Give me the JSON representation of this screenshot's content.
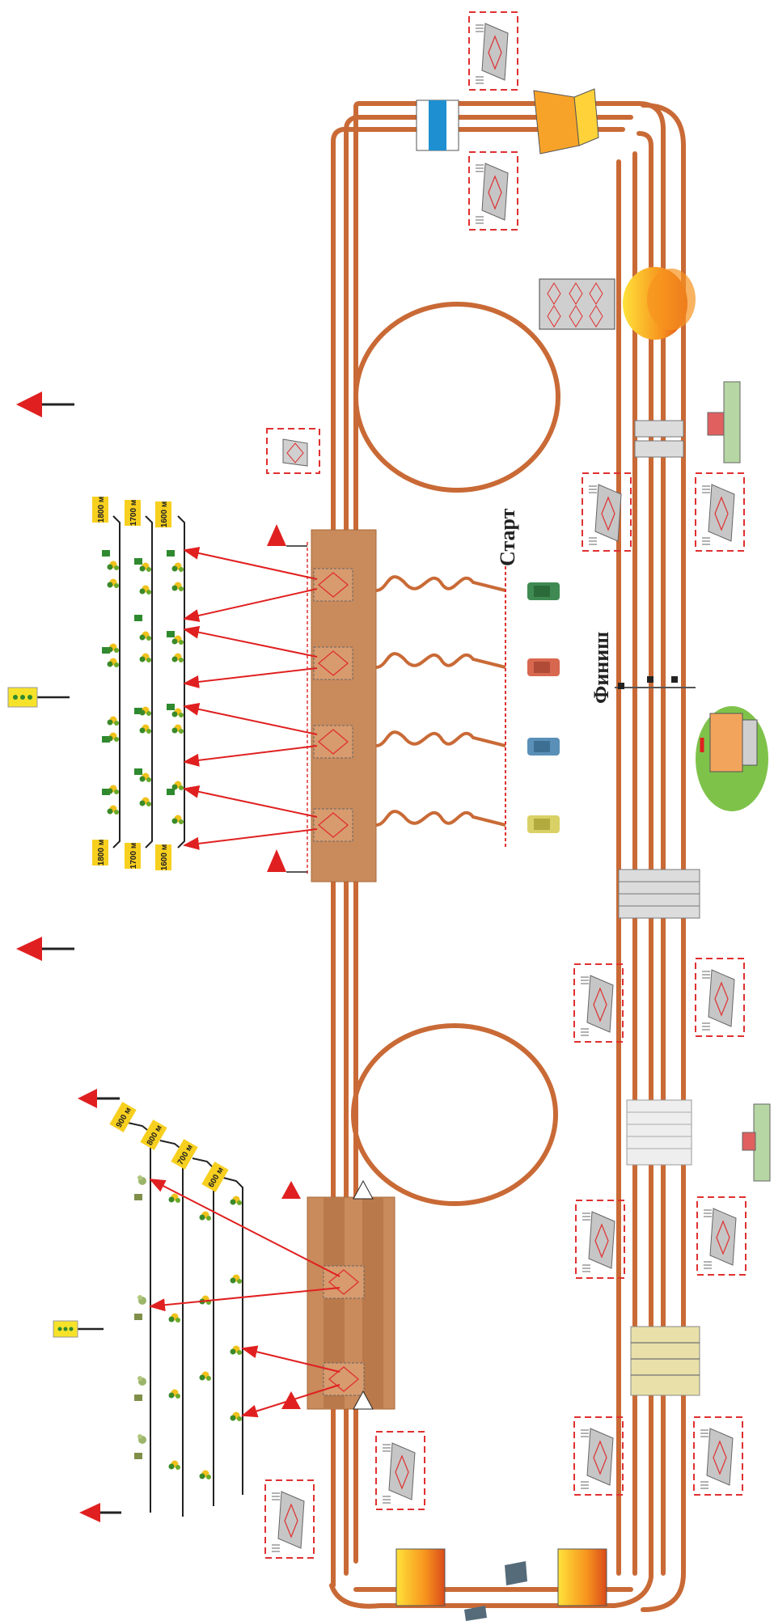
{
  "labels": {
    "start": "Старт",
    "finish": "Финиш"
  },
  "range_markers": {
    "upper_top": [
      "1800 м",
      "1700 м",
      "1600 м"
    ],
    "upper_bottom": [
      "1800 м",
      "1700 м",
      "1600 м"
    ],
    "lower": [
      "900 м",
      "800 м",
      "700 м",
      "600 м"
    ]
  },
  "colors": {
    "track": "#c96a36",
    "arrow": "#e02020",
    "dashed_zone": "#e03030",
    "firing_line": "#c98a5c",
    "flag_yellow": "#f7cf1f",
    "target_green": "#2f8a2f"
  },
  "icons": [
    "firing-point-icon",
    "vehicle-icon",
    "bridge-icon",
    "ditch-icon",
    "water-obstacle-icon",
    "fire-obstacle-icon",
    "barrier-icon",
    "command-post-icon",
    "checkered-flag-icon",
    "target-icon",
    "triangle-marker-icon",
    "wind-arrow-icon"
  ]
}
